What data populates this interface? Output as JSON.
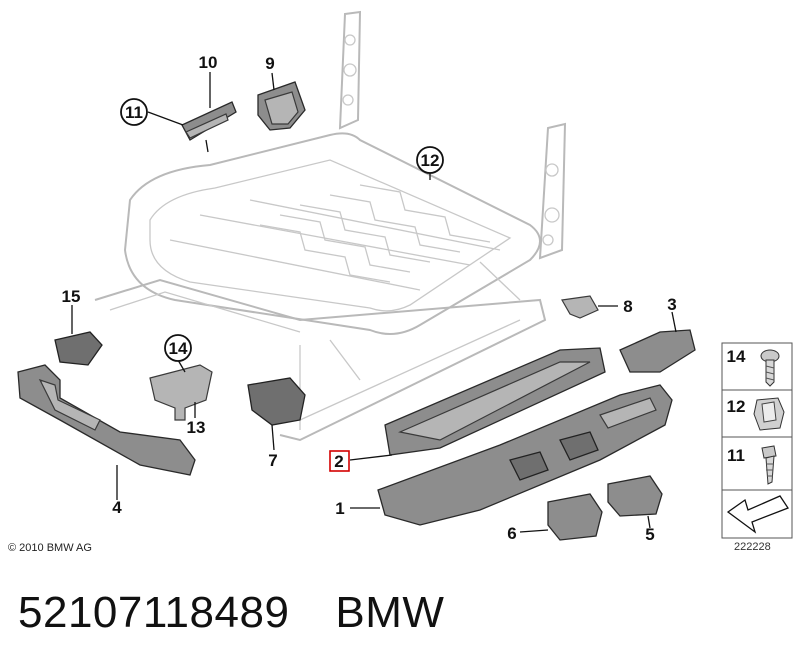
{
  "diagram": {
    "callouts": [
      {
        "id": "1",
        "text": "1"
      },
      {
        "id": "2",
        "text": "2"
      },
      {
        "id": "3",
        "text": "3"
      },
      {
        "id": "4",
        "text": "4"
      },
      {
        "id": "5",
        "text": "5"
      },
      {
        "id": "6",
        "text": "6"
      },
      {
        "id": "7",
        "text": "7"
      },
      {
        "id": "8",
        "text": "8"
      },
      {
        "id": "9",
        "text": "9"
      },
      {
        "id": "10",
        "text": "10"
      },
      {
        "id": "11",
        "text": "11"
      },
      {
        "id": "12",
        "text": "12"
      },
      {
        "id": "13",
        "text": "13"
      },
      {
        "id": "14",
        "text": "14"
      },
      {
        "id": "15",
        "text": "15"
      }
    ],
    "legend": [
      {
        "text": "14",
        "icon": "screw-icon"
      },
      {
        "text": "12",
        "icon": "clip-nut-icon"
      },
      {
        "text": "11",
        "icon": "bolt-icon"
      }
    ],
    "highlighted_part": "2",
    "copyright": "© 2010 BMW AG",
    "diagram_number": "222228"
  },
  "footer": {
    "part_number": "52107118489",
    "brand": "BMW"
  }
}
